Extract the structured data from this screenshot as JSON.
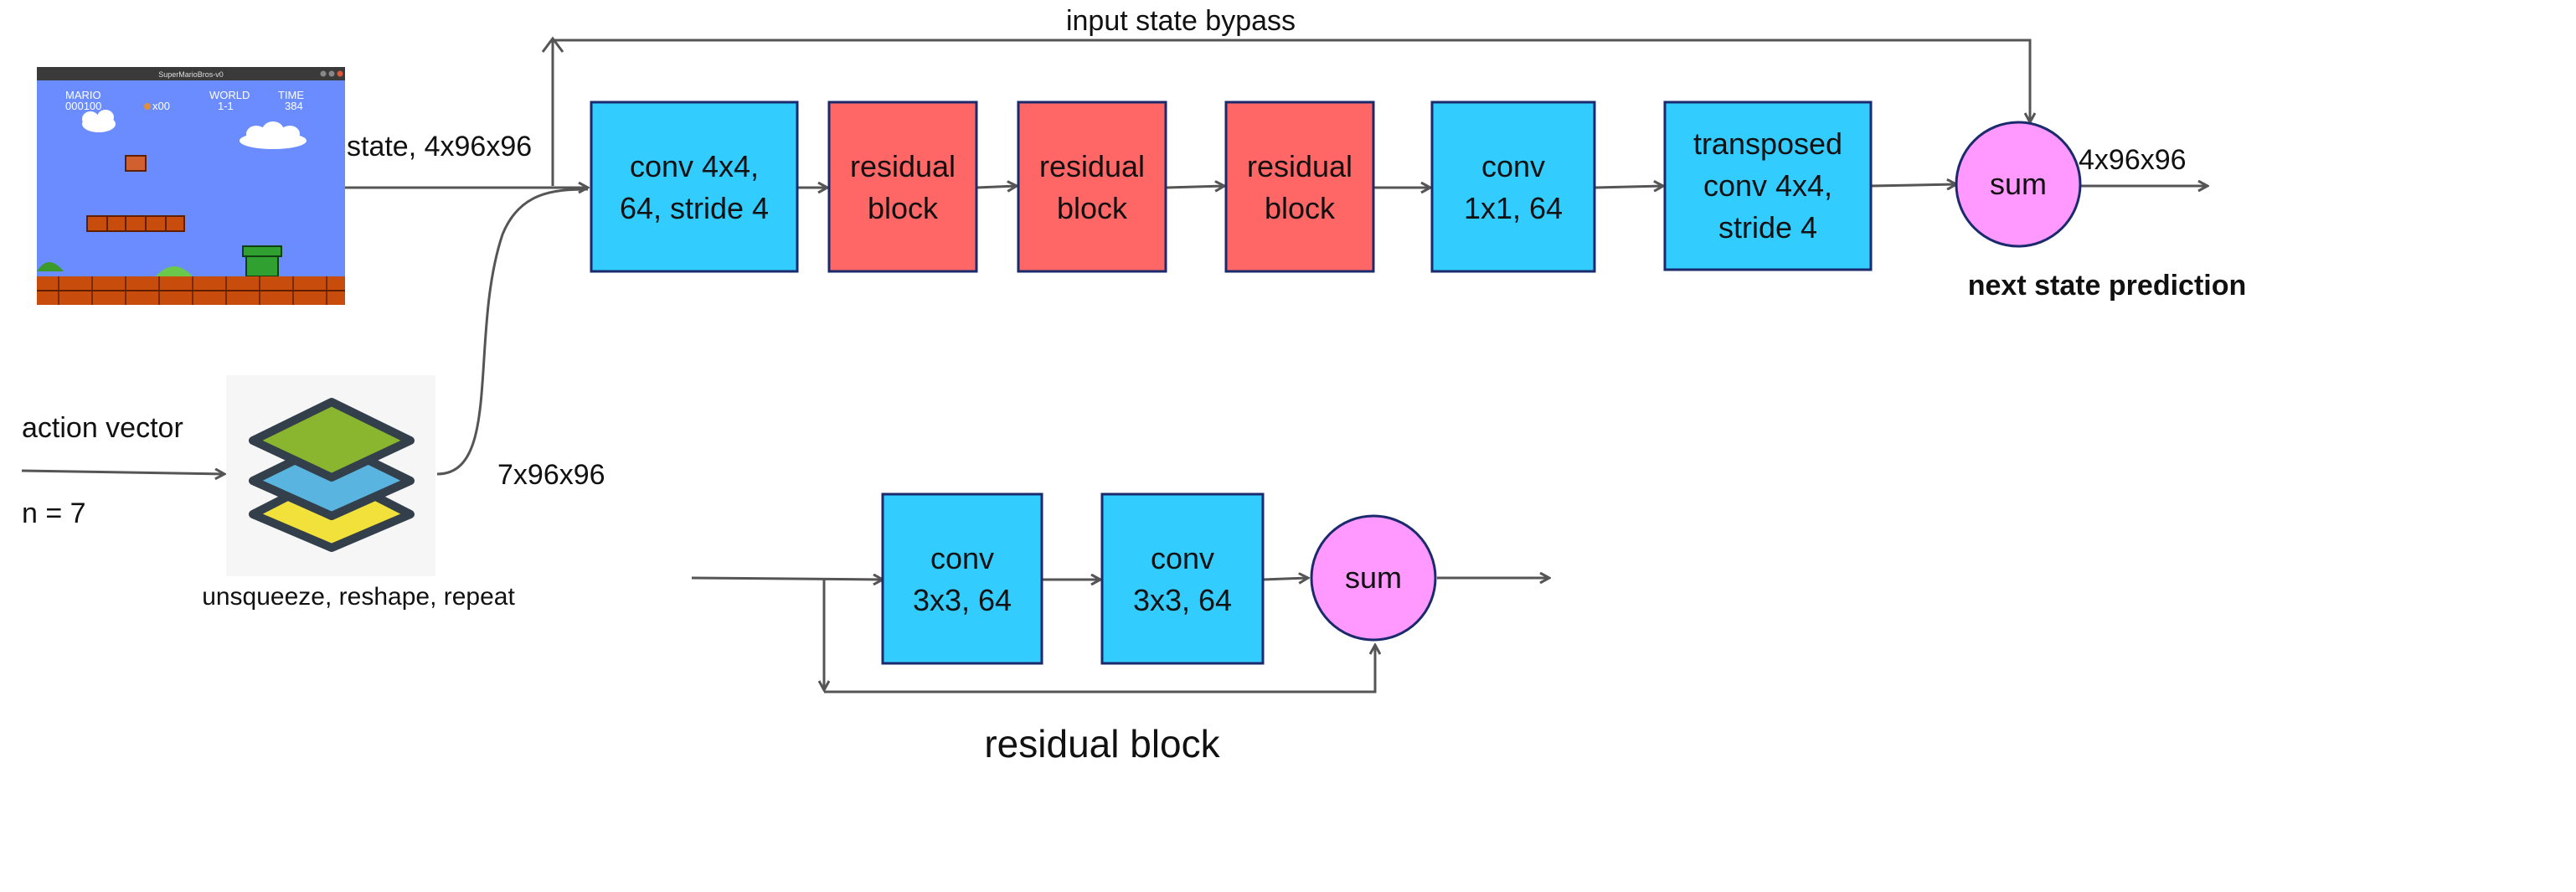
{
  "colors": {
    "conv": "#33ccff",
    "residual": "#ff6666",
    "sum": "#ff99ff",
    "box_border": "#1a2a6c",
    "arrow": "#555555",
    "layer_top": "#8ab52e",
    "layer_mid": "#5ab4e0",
    "layer_bottom": "#f2e13a",
    "layer_border": "#33404c",
    "sky": "#6b8cff",
    "ground": "#c84c0c"
  },
  "game_thumbnail": {
    "window_title": "SuperMarioBros-v0",
    "hud": {
      "mario_label": "MARIO",
      "score": "000100",
      "coins": "x00",
      "world_label": "WORLD",
      "world_value": "1-1",
      "time_label": "TIME",
      "time_value": "384"
    }
  },
  "labels": {
    "input_state_bypass": "input state bypass",
    "state": "state, 4x96x96",
    "action_vector": "action vector",
    "n": "n = 7",
    "unsqueeze": "unsqueeze, reshape, repeat",
    "action_shape": "7x96x96",
    "output_shape": "4x96x96",
    "next_state_prediction": "next state prediction",
    "residual_block_title": "residual block"
  },
  "main_blocks": [
    {
      "kind": "conv",
      "lines": [
        "conv 4x4,",
        "64, stride 4"
      ]
    },
    {
      "kind": "residual",
      "lines": [
        "residual",
        "block"
      ]
    },
    {
      "kind": "residual",
      "lines": [
        "residual",
        "block"
      ]
    },
    {
      "kind": "residual",
      "lines": [
        "residual",
        "block"
      ]
    },
    {
      "kind": "conv",
      "lines": [
        "conv",
        "1x1, 64"
      ]
    },
    {
      "kind": "conv",
      "lines": [
        "transposed",
        "conv 4x4,",
        "stride 4"
      ]
    }
  ],
  "main_sum": {
    "label": "sum"
  },
  "residual_detail": {
    "blocks": [
      {
        "kind": "conv",
        "lines": [
          "conv",
          "3x3, 64"
        ]
      },
      {
        "kind": "conv",
        "lines": [
          "conv",
          "3x3, 64"
        ]
      }
    ],
    "sum": {
      "label": "sum"
    }
  }
}
